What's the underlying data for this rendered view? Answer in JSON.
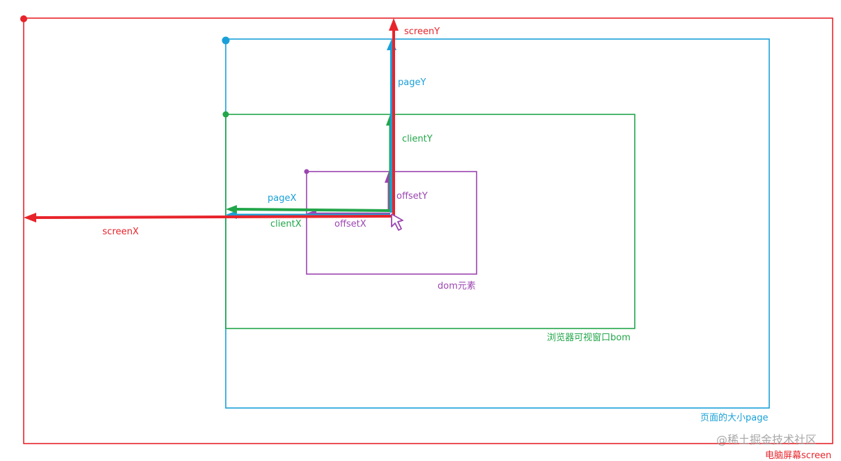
{
  "colors": {
    "screen": "#e8242b",
    "page": "#1aa0d8",
    "client": "#22a64a",
    "offset": "#9b45b0",
    "watermark": "#a8a8a8"
  },
  "labels": {
    "screenY": "screenY",
    "pageY": "pageY",
    "clientY": "clientY",
    "offsetY": "offsetY",
    "pageX": "pageX",
    "clientX": "clientX",
    "offsetX": "offsetX",
    "screenX": "screenX"
  },
  "boxes": {
    "dom": "dom元素",
    "browser": "浏览器可视窗口bom",
    "page": "页面的大小page",
    "screen": "电脑屏幕screen"
  },
  "watermark": {
    "text": "@稀土掘金技术社区"
  }
}
